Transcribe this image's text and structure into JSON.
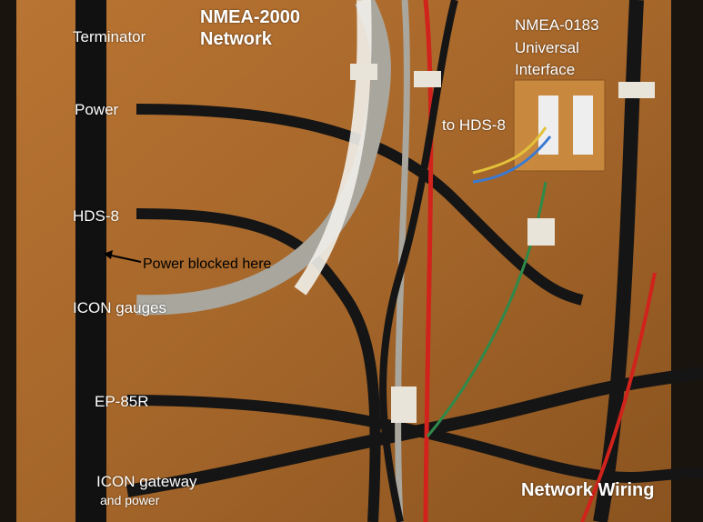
{
  "labels": {
    "terminator": "Terminator",
    "nmea2000_line1": "NMEA-2000",
    "nmea2000_line2": "Network",
    "nmea0183_line1": "NMEA-0183",
    "nmea0183_line2": "Universal",
    "nmea0183_line3": "Interface",
    "power": "Power",
    "to_hds8": "to HDS-8",
    "hds8": "HDS-8",
    "power_blocked": "Power blocked here",
    "icon_gauges": "ICON gauges",
    "ep85r": "EP-85R",
    "icon_gateway": "ICON gateway",
    "and_power": "and power",
    "network_wiring": "Network Wiring"
  },
  "colors": {
    "board": "#a5662a",
    "background": "#1a140e",
    "cable_black": "#151515",
    "cable_grey": "#a9a69e",
    "cable_red": "#d1221c",
    "cable_white": "#f1f0ea"
  }
}
